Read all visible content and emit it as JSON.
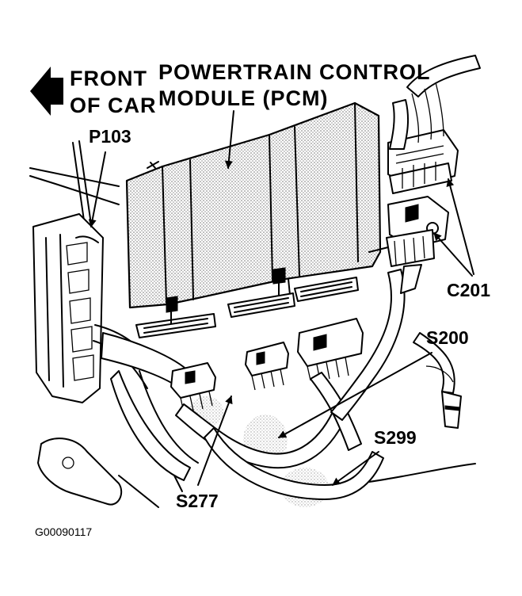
{
  "labels": {
    "front_line1": "FRONT",
    "front_line2": "OF CAR",
    "module_line1": "POWERTRAIN CONTROL",
    "module_line2": "MODULE (PCM)",
    "p103": "P103",
    "c201": "C201",
    "s200": "S200",
    "s299": "S299",
    "s277": "S277",
    "figure_id": "G00090117"
  }
}
